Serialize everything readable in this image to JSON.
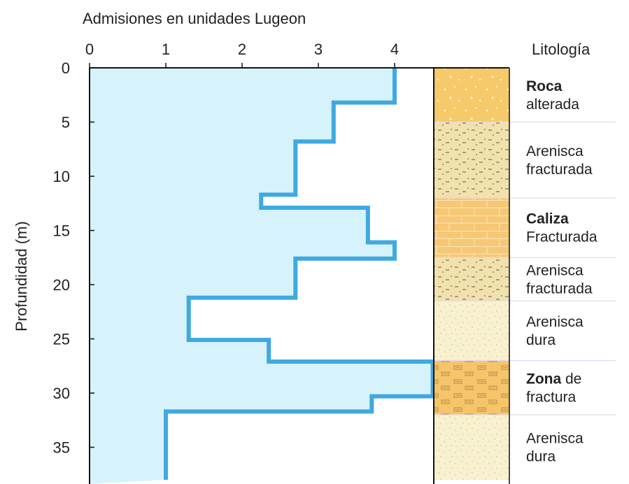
{
  "chart_data": {
    "type": "line",
    "title": "Admisiones en unidades Lugeon",
    "xlabel": "Admisiones en unidades Lugeon",
    "ylabel": "Profundidad (m)",
    "right_title": "Litología",
    "xlim": [
      0,
      4.5
    ],
    "ylim": [
      0,
      38
    ],
    "x_ticks": [
      "0",
      "1",
      "2",
      "3",
      "4"
    ],
    "y_ticks": [
      "0",
      "5",
      "10",
      "15",
      "20",
      "25",
      "30",
      "35"
    ],
    "series": [
      {
        "points": [
          [
            4.0,
            0
          ],
          [
            4.0,
            3.2
          ],
          [
            3.2,
            3.2
          ],
          [
            3.2,
            6.8
          ],
          [
            2.7,
            6.8
          ],
          [
            2.7,
            11.7
          ],
          [
            2.25,
            11.7
          ],
          [
            2.25,
            12.9
          ],
          [
            3.65,
            12.9
          ],
          [
            3.65,
            16.1
          ],
          [
            4.0,
            16.1
          ],
          [
            4.0,
            17.6
          ],
          [
            2.7,
            17.6
          ],
          [
            2.7,
            21.2
          ],
          [
            1.3,
            21.2
          ],
          [
            1.3,
            25.1
          ],
          [
            2.35,
            25.1
          ],
          [
            2.35,
            27.1
          ],
          [
            4.5,
            27.1
          ],
          [
            4.5,
            30.3
          ],
          [
            3.7,
            30.3
          ],
          [
            3.7,
            31.7
          ],
          [
            1.0,
            31.7
          ],
          [
            1.0,
            38
          ]
        ]
      }
    ],
    "fill_color": "#d6f3fb",
    "line_color": "#3fa9e0",
    "lithology": [
      {
        "label_bold": "Roca",
        "label_rest": "",
        "line2": "alterada",
        "from": 0,
        "to": 5,
        "pattern": "roca"
      },
      {
        "label_bold": "",
        "label_rest": "",
        "line1": "Arenisca",
        "line2": "fracturada",
        "from": 5,
        "to": 12,
        "pattern": "arenisca-fract"
      },
      {
        "label_bold": "Caliza",
        "label_rest": "",
        "line2": "Fracturada",
        "from": 12,
        "to": 17.5,
        "pattern": "caliza"
      },
      {
        "label_bold": "",
        "label_rest": "",
        "line1": "Arenisca",
        "line2": "fracturada",
        "from": 17.5,
        "to": 21.5,
        "pattern": "arenisca-fract"
      },
      {
        "label_bold": "",
        "label_rest": "",
        "line1": "Arenisca",
        "line2": "dura",
        "from": 21.5,
        "to": 27,
        "pattern": "arenisca-dura"
      },
      {
        "label_bold": "Zona",
        "label_rest": " de",
        "line2": "fractura",
        "from": 27,
        "to": 32,
        "pattern": "zona"
      },
      {
        "label_bold": "",
        "label_rest": "",
        "line1": "Arenisca",
        "line2": "dura",
        "from": 32,
        "to": 38,
        "pattern": "arenisca-dura"
      }
    ]
  }
}
